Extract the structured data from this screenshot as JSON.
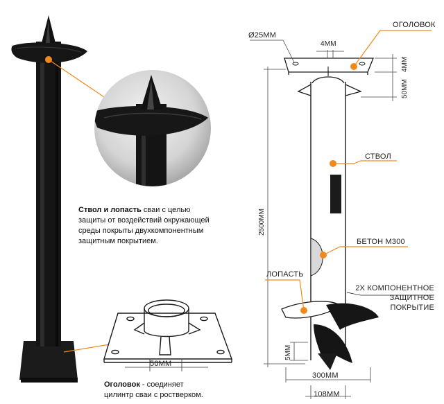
{
  "colors": {
    "accent": "#f08a1c",
    "pile": "#121212",
    "line": "#333333",
    "concrete": "#d9d9d9"
  },
  "labels": {
    "diameter_hole": "Ø25ММ",
    "head": "ОГОЛОВОК",
    "dim_4mm_top": "4ММ",
    "dim_4mm_side": "4ММ",
    "dim_50mm_side": "50ММ",
    "shaft": "СТВОЛ",
    "length": "2500ММ",
    "concrete": "БЕТОН М300",
    "blade": "ЛОПАСТЬ",
    "coating_line1": "2Х КОМПОНЕНТНОЕ",
    "coating_line2": "ЗАЩИТНОЕ",
    "coating_line3": "ПОКРЫТИЕ",
    "dim_5mm": "5ММ",
    "dim_300mm": "300ММ",
    "dim_108mm": "108ММ",
    "dim_50mm_plate": "50ММ"
  },
  "texts": {
    "shaft_blade_bold": "Ствол и лопасть",
    "shaft_blade_line1": " сваи с целью",
    "shaft_blade_line2": "защиты от воздействий окружающей",
    "shaft_blade_line3": "среды покрыты двухкомпонентным",
    "shaft_blade_line4": "защитным покрытием.",
    "head_bold": "Оголовок",
    "head_line1": " - соединяет",
    "head_line2": "цилинтр сваи с ростверком."
  }
}
